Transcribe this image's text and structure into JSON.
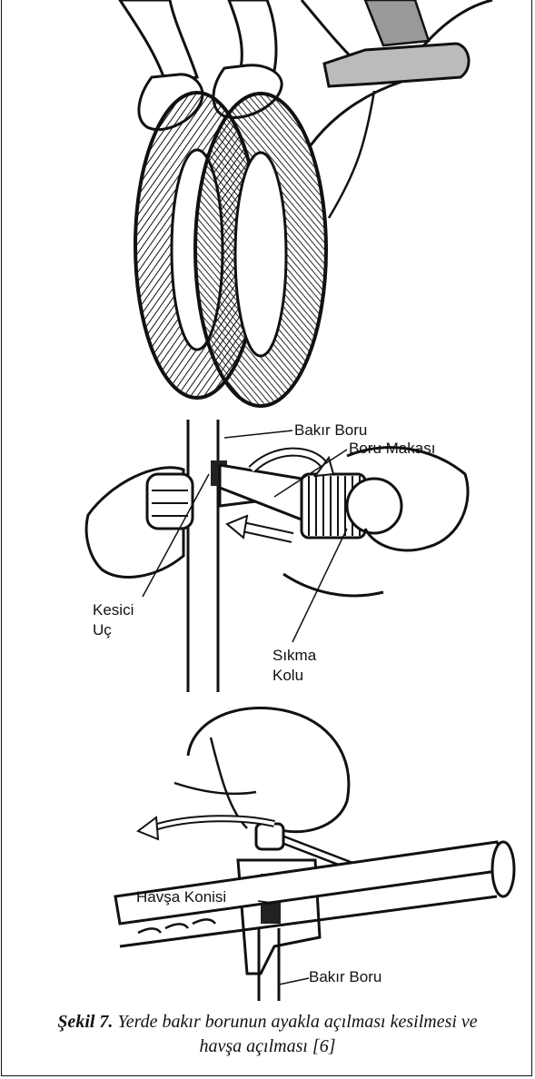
{
  "figure": {
    "panel_1": {
      "illustration": "bending-copper-coil-with-foot"
    },
    "panel_2": {
      "illustration": "tube-cutter-in-use",
      "labels": {
        "copper_pipe": "Bakır Boru",
        "pipe_cutter": "Boru Makası",
        "cutter_tip": [
          "Kesici",
          "Uç"
        ],
        "tightening_knob": [
          "Sıkma",
          "Kolu"
        ]
      }
    },
    "panel_3": {
      "illustration": "flaring-tool-in-use",
      "labels": {
        "flare_cone": "Havşa Konisi",
        "copper_pipe": "Bakır Boru"
      }
    },
    "caption": {
      "figure_label": "Şekil 7.",
      "text_line1": "Yerde bakır borunun ayakla açılması kesilmesi ve",
      "text_line2": "havşa açılması [6]"
    }
  }
}
